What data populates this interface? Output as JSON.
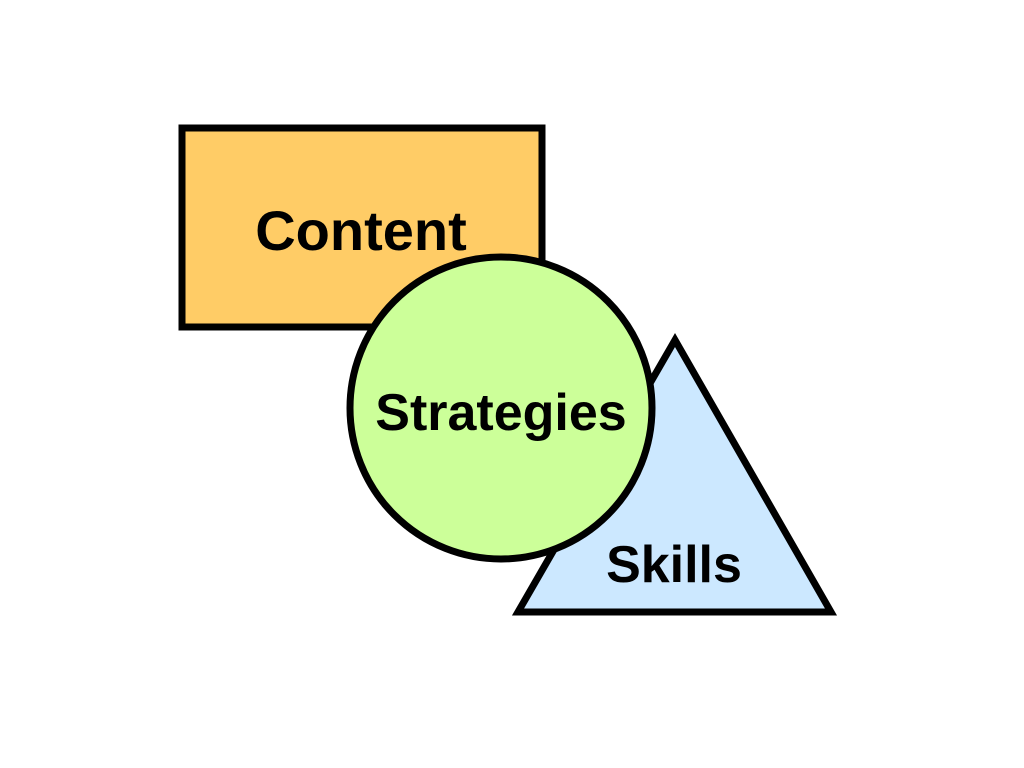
{
  "diagram": {
    "shapes": [
      {
        "id": "content",
        "kind": "rectangle",
        "label": "Content",
        "fill": "#FFCC66",
        "stroke": "#000000"
      },
      {
        "id": "skills",
        "kind": "triangle",
        "label": "Skills",
        "fill": "#CCE8FF",
        "stroke": "#000000"
      },
      {
        "id": "strategies",
        "kind": "circle",
        "label": "Strategies",
        "fill": "#CCFF99",
        "stroke": "#000000"
      }
    ]
  }
}
